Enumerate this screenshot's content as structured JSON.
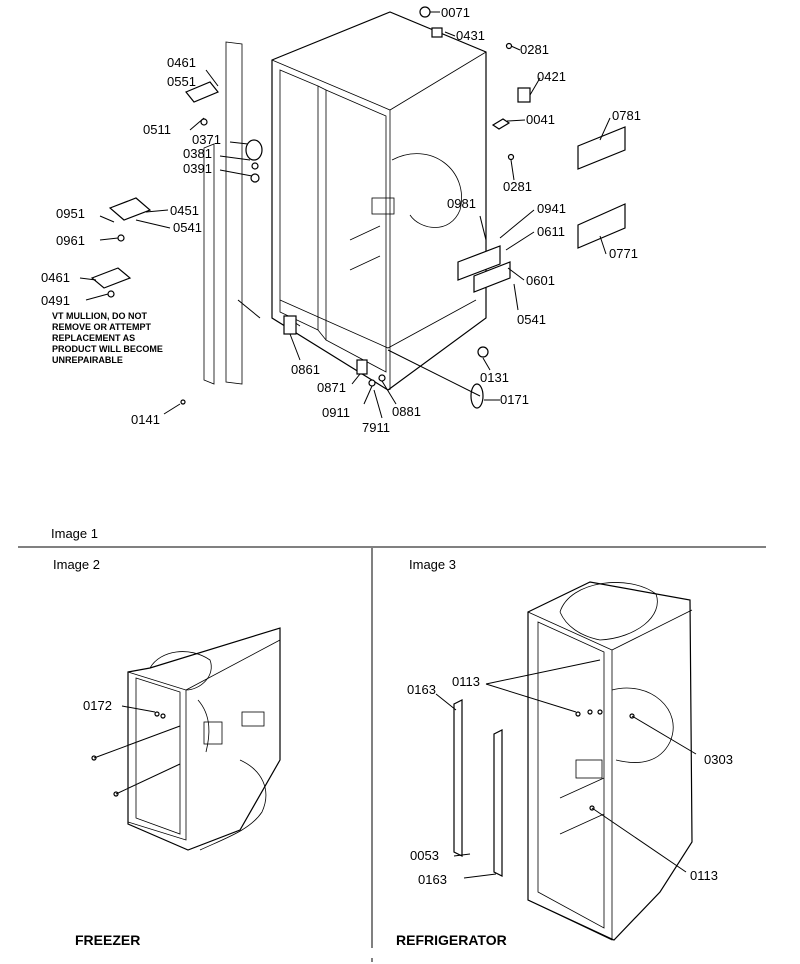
{
  "image1": {
    "caption": "Image 1",
    "note_lines": [
      "VT MULLION, DO NOT",
      "REMOVE OR ATTEMPT",
      "REPLACEMENT AS",
      "PRODUCT WILL BECOME",
      "UNREPAIRABLE"
    ],
    "labels": [
      "0071",
      "0431",
      "0281",
      "0421",
      "0041",
      "0781",
      "0281",
      "0981",
      "0941",
      "0611",
      "0771",
      "0601",
      "0541",
      "0461",
      "0551",
      "0511",
      "0371",
      "0381",
      "0391",
      "0951",
      "0451",
      "0541",
      "0961",
      "0461",
      "0491",
      "0861",
      "0871",
      "0881",
      "0131",
      "0171",
      "0141",
      "0911",
      "7911"
    ]
  },
  "image2": {
    "caption": "Image 2",
    "labels": [
      "0172"
    ],
    "section_label": "FREEZER"
  },
  "image3": {
    "caption": "Image 3",
    "labels": [
      "0163",
      "0113",
      "0303",
      "0053",
      "0163",
      "0113"
    ],
    "section_label": "REFRIGERATOR"
  }
}
